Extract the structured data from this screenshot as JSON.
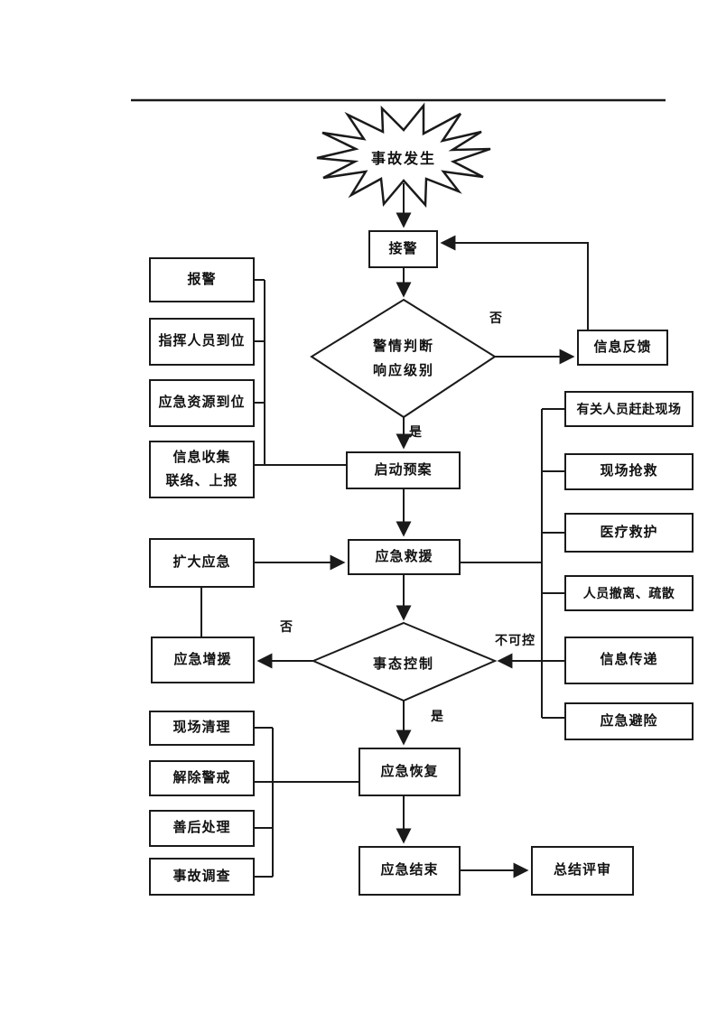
{
  "colors": {
    "stroke": "#1a1a1a",
    "background": "#ffffff",
    "text": "#111111"
  },
  "diagram": {
    "start": {
      "label": "事故发生"
    },
    "main_flow": {
      "receive": "接警",
      "decision_alarm": {
        "line1": "警情判断",
        "line2": "响应级别"
      },
      "launch_plan": "启动预案",
      "rescue": "应急救援",
      "decision_control": "事态控制",
      "recovery": "应急恢复",
      "finish": "应急结束",
      "review": "总结评审",
      "feedback": "信息反馈"
    },
    "preparation_group": [
      {
        "label": "报警"
      },
      {
        "label": "指挥人员到位"
      },
      {
        "label": "应急资源到位"
      },
      {
        "line1": "信息收集",
        "line2": "联络、上报"
      }
    ],
    "escalation": {
      "expand": "扩大应急",
      "reinforce": "应急增援"
    },
    "response_group": [
      "有关人员赶赴现场",
      "现场抢救",
      "医疗救护",
      "人员撤离、疏散",
      "信息传递",
      "应急避险"
    ],
    "closure_group": [
      "现场清理",
      "解除警戒",
      "善后处理",
      "事故调查"
    ],
    "edge_labels": {
      "alarm_no": "否",
      "alarm_yes": "是",
      "control_no": "否",
      "control_yes": "是",
      "uncontrollable": "不可控"
    }
  }
}
